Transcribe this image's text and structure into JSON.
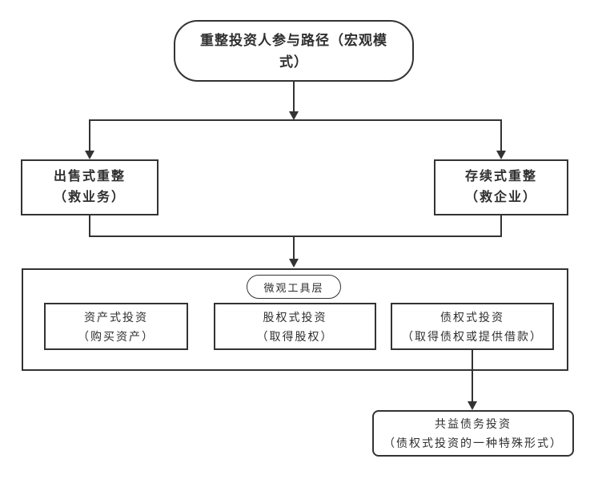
{
  "diagram": {
    "type": "flowchart",
    "colors": {
      "line": "#333333",
      "text": "#2f2f2f",
      "bg": "#ffffff"
    },
    "nodes": {
      "root": {
        "lines": [
          "重整投资人参与路径（宏观模",
          "式）"
        ]
      },
      "sale": {
        "lines": [
          "出售式重整",
          "（救业务）"
        ]
      },
      "survival": {
        "lines": [
          "存续式重整",
          "（救企业）"
        ]
      },
      "micro_tools_label": "微观工具层",
      "asset": {
        "lines": [
          "资产式投资",
          "（购买资产）"
        ]
      },
      "equity": {
        "lines": [
          "股权式投资",
          "（取得股权）"
        ]
      },
      "debt": {
        "lines": [
          "债权式投资",
          "（取得债权或提供借款）"
        ]
      },
      "common_benefit": {
        "lines": [
          "共益债务投资",
          "（债权式投资的一种特殊形式）"
        ]
      }
    }
  }
}
